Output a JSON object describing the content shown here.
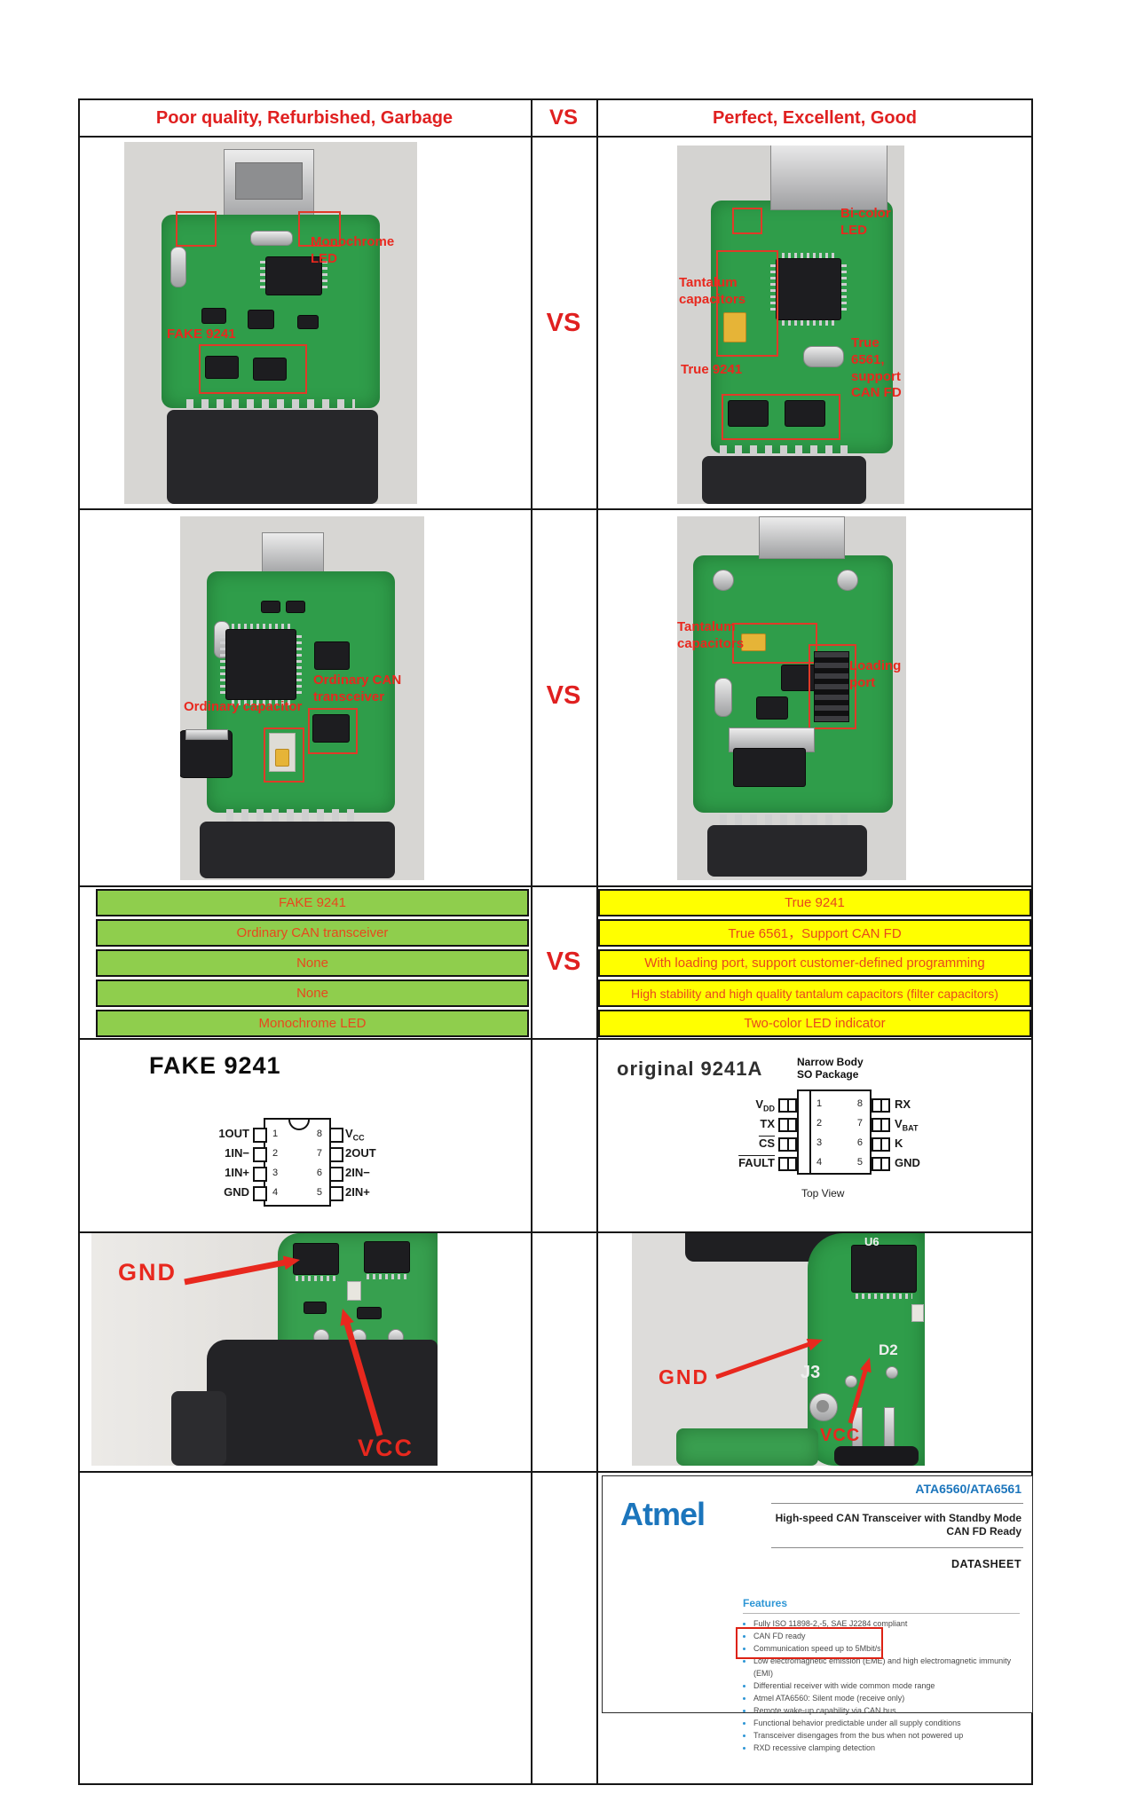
{
  "header": {
    "left": "Poor quality, Refurbished, Garbage",
    "right": "Perfect, Excellent, Good"
  },
  "vs_label": "VS",
  "annotations": {
    "row1_left": {
      "led": "Monochrome LED",
      "chip": "FAKE 9241"
    },
    "row1_right": {
      "capacitors": "Tantalum capacitors",
      "chip": "True 9241",
      "led": "Bi-color LED",
      "transceiver": "True 6561, support CAN FD"
    },
    "row2_left": {
      "capacitor": "Ordinary capacitor",
      "transceiver": "Ordinary CAN transceiver"
    },
    "row2_right": {
      "capacitors": "Tantalum capacitors",
      "port": "Loading port"
    },
    "closeup_left": {
      "gnd": "GND",
      "vcc": "VCC"
    },
    "closeup_right": {
      "gnd": "GND",
      "vcc": "VCC",
      "u6": "U6",
      "j3": "J3",
      "d2": "D2"
    }
  },
  "comparison": {
    "left_rows": [
      "FAKE 9241",
      "Ordinary CAN transceiver",
      "None",
      "None",
      "Monochrome LED"
    ],
    "right_rows": [
      "True 9241",
      "True 6561，Support CAN FD",
      "With loading port, support customer-defined programming",
      "High stability and high quality tantalum capacitors (filter capacitors)",
      "Two-color LED indicator"
    ]
  },
  "pinout_fake": {
    "title": "FAKE 9241",
    "pins_left": [
      {
        "label": "1OUT",
        "num": "1"
      },
      {
        "label": "1IN−",
        "num": "2"
      },
      {
        "label": "1IN+",
        "num": "3"
      },
      {
        "label": "GND",
        "num": "4"
      }
    ],
    "pins_right": [
      {
        "num": "8",
        "label": "V",
        "sub": "CC"
      },
      {
        "num": "7",
        "label": "2OUT"
      },
      {
        "num": "6",
        "label": "2IN−"
      },
      {
        "num": "5",
        "label": "2IN+"
      }
    ]
  },
  "pinout_original": {
    "title": "original 9241A",
    "package_line1": "Narrow Body",
    "package_line2": "SO Package",
    "top_view": "Top View",
    "pins_left": [
      {
        "label": "V",
        "sub": "DD",
        "num": "1"
      },
      {
        "label": "TX",
        "num": "2"
      },
      {
        "label": "CS",
        "num": "3"
      },
      {
        "label": "FAULT",
        "num": "4"
      }
    ],
    "pins_right": [
      {
        "num": "8",
        "label": "RX"
      },
      {
        "num": "7",
        "label": "V",
        "sub": "BAT"
      },
      {
        "num": "6",
        "label": "K"
      },
      {
        "num": "5",
        "label": "GND"
      }
    ]
  },
  "datasheet": {
    "brand": "Atmel",
    "part": "ATA6560/ATA6561",
    "title_line1": "High-speed CAN Transceiver with Standby Mode",
    "title_line2": "CAN FD Ready",
    "doc_type": "DATASHEET",
    "features_heading": "Features",
    "features": [
      "Fully ISO 11898-2,-5, SAE J2284 compliant",
      "CAN FD ready",
      "Communication speed up to 5Mbit/s",
      "Low electromagnetic emission (EME) and high electromagnetic immunity (EMI)",
      "Differential receiver with wide common mode range",
      "Atmel ATA6560: Silent mode (receive only)",
      "Remote wake-up capability via CAN bus",
      "Functional behavior predictable under all supply conditions",
      "Transceiver disengages from the bus when not powered up",
      "RXD recessive clamping detection"
    ]
  },
  "colors": {
    "accent_red": "#e02020",
    "green_row": "#8fce4d",
    "yellow_row": "#ffff00",
    "row_text": "#e8471d",
    "atmel_blue": "#1b75bc",
    "features_blue": "#2e96d5",
    "pcb_green": "#2f9d4a"
  }
}
